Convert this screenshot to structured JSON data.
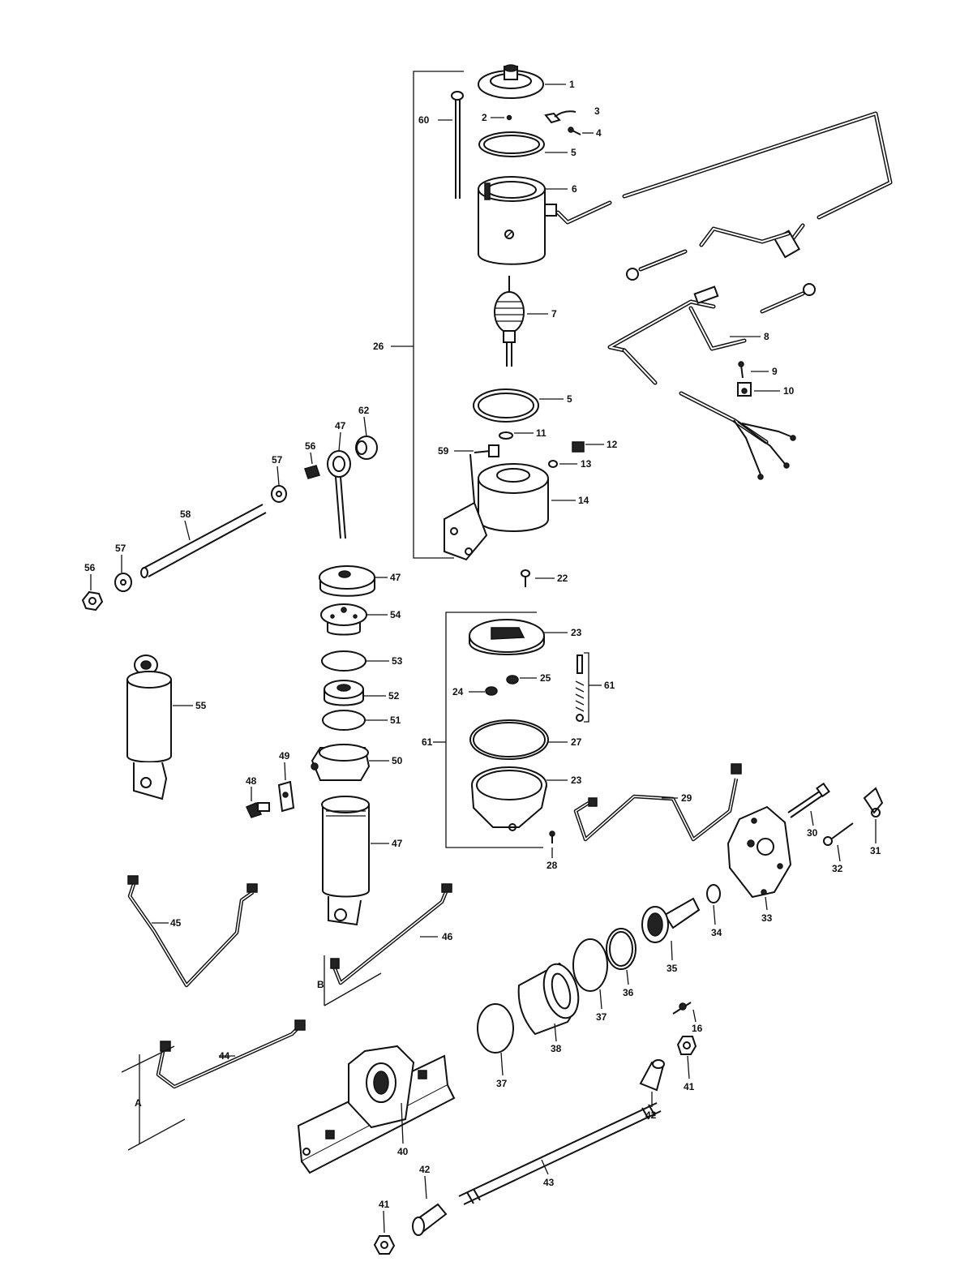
{
  "labels": [
    {
      "id": "p1",
      "text": "1"
    },
    {
      "id": "p2",
      "text": "2"
    },
    {
      "id": "p3",
      "text": "3"
    },
    {
      "id": "p4",
      "text": "4"
    },
    {
      "id": "p5a",
      "text": "5"
    },
    {
      "id": "p6",
      "text": "6"
    },
    {
      "id": "p60",
      "text": "60"
    },
    {
      "id": "p7",
      "text": "7"
    },
    {
      "id": "p8",
      "text": "8"
    },
    {
      "id": "p9",
      "text": "9"
    },
    {
      "id": "p10",
      "text": "10"
    },
    {
      "id": "p26",
      "text": "26"
    },
    {
      "id": "p5b",
      "text": "5"
    },
    {
      "id": "p11",
      "text": "11"
    },
    {
      "id": "p12",
      "text": "12"
    },
    {
      "id": "p13",
      "text": "13"
    },
    {
      "id": "p59",
      "text": "59"
    },
    {
      "id": "p14",
      "text": "14"
    },
    {
      "id": "p62",
      "text": "62"
    },
    {
      "id": "p47a",
      "text": "47"
    },
    {
      "id": "p56a",
      "text": "56"
    },
    {
      "id": "p57a",
      "text": "57"
    },
    {
      "id": "p58",
      "text": "58"
    },
    {
      "id": "p57b",
      "text": "57"
    },
    {
      "id": "p56b",
      "text": "56"
    },
    {
      "id": "p22",
      "text": "22"
    },
    {
      "id": "p47b",
      "text": "47"
    },
    {
      "id": "p54",
      "text": "54"
    },
    {
      "id": "p23a",
      "text": "23"
    },
    {
      "id": "p53",
      "text": "53"
    },
    {
      "id": "p25",
      "text": "25"
    },
    {
      "id": "p24",
      "text": "24"
    },
    {
      "id": "p61a",
      "text": "61"
    },
    {
      "id": "p52",
      "text": "52"
    },
    {
      "id": "p55",
      "text": "55"
    },
    {
      "id": "p51",
      "text": "51"
    },
    {
      "id": "p61b",
      "text": "61"
    },
    {
      "id": "p27",
      "text": "27"
    },
    {
      "id": "p50",
      "text": "50"
    },
    {
      "id": "p49",
      "text": "49"
    },
    {
      "id": "p48",
      "text": "48"
    },
    {
      "id": "p23b",
      "text": "23"
    },
    {
      "id": "p29",
      "text": "29"
    },
    {
      "id": "p30",
      "text": "30"
    },
    {
      "id": "p31",
      "text": "31"
    },
    {
      "id": "p47c",
      "text": "47"
    },
    {
      "id": "p28",
      "text": "28"
    },
    {
      "id": "p32",
      "text": "32"
    },
    {
      "id": "p33",
      "text": "33"
    },
    {
      "id": "p34",
      "text": "34"
    },
    {
      "id": "p45",
      "text": "45"
    },
    {
      "id": "p46",
      "text": "46"
    },
    {
      "id": "p35",
      "text": "35"
    },
    {
      "id": "pB",
      "text": "B"
    },
    {
      "id": "p36",
      "text": "36"
    },
    {
      "id": "p37a",
      "text": "37"
    },
    {
      "id": "p16",
      "text": "16"
    },
    {
      "id": "p38",
      "text": "38"
    },
    {
      "id": "p37b",
      "text": "37"
    },
    {
      "id": "p44",
      "text": "44"
    },
    {
      "id": "p41a",
      "text": "41"
    },
    {
      "id": "p42a",
      "text": "42"
    },
    {
      "id": "pA",
      "text": "A"
    },
    {
      "id": "p40",
      "text": "40"
    },
    {
      "id": "p43",
      "text": "43"
    },
    {
      "id": "p42b",
      "text": "42"
    },
    {
      "id": "p41b",
      "text": "41"
    }
  ]
}
